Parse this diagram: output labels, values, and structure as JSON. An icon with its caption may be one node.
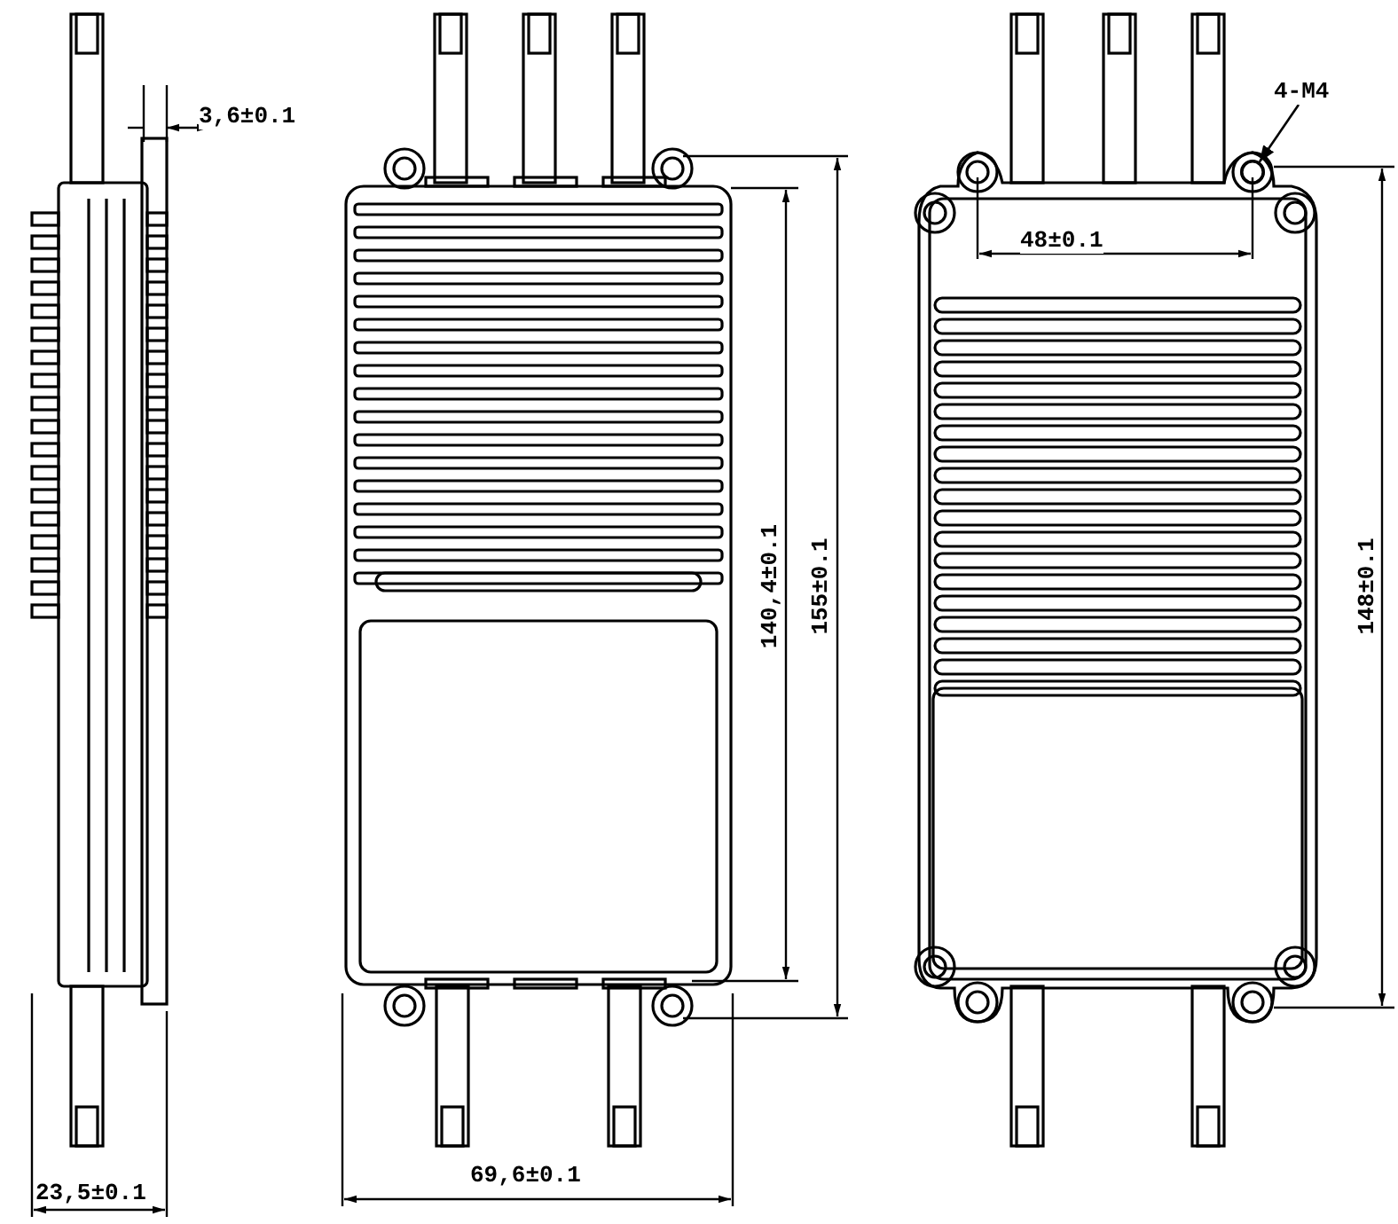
{
  "diagram": {
    "nodes": [
      {
        "text": [
          "4-M4"
        ]
      },
      {
        "text": [],
        "shape": "circle"
      }
    ],
    "edges": [
      {
        "from": 0,
        "to": 1,
        "arrow": "to"
      }
    ],
    "labels": [
      "3,6±0.1",
      "48±0.1",
      "140,4±0.1",
      "155±0.1",
      "148±0.1",
      "23,5±0.1",
      "69,6±0.1"
    ]
  }
}
